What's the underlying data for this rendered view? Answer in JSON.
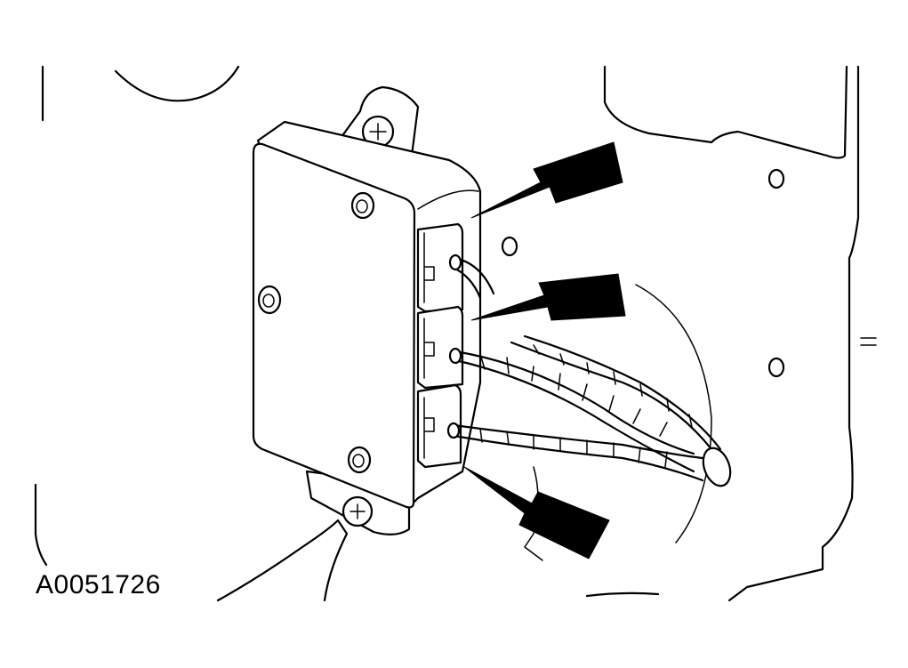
{
  "figure": {
    "id_label": "A0051726",
    "colors": {
      "line": "#000000",
      "background": "#ffffff"
    },
    "callout_arrows": 3,
    "connectors": 3
  }
}
